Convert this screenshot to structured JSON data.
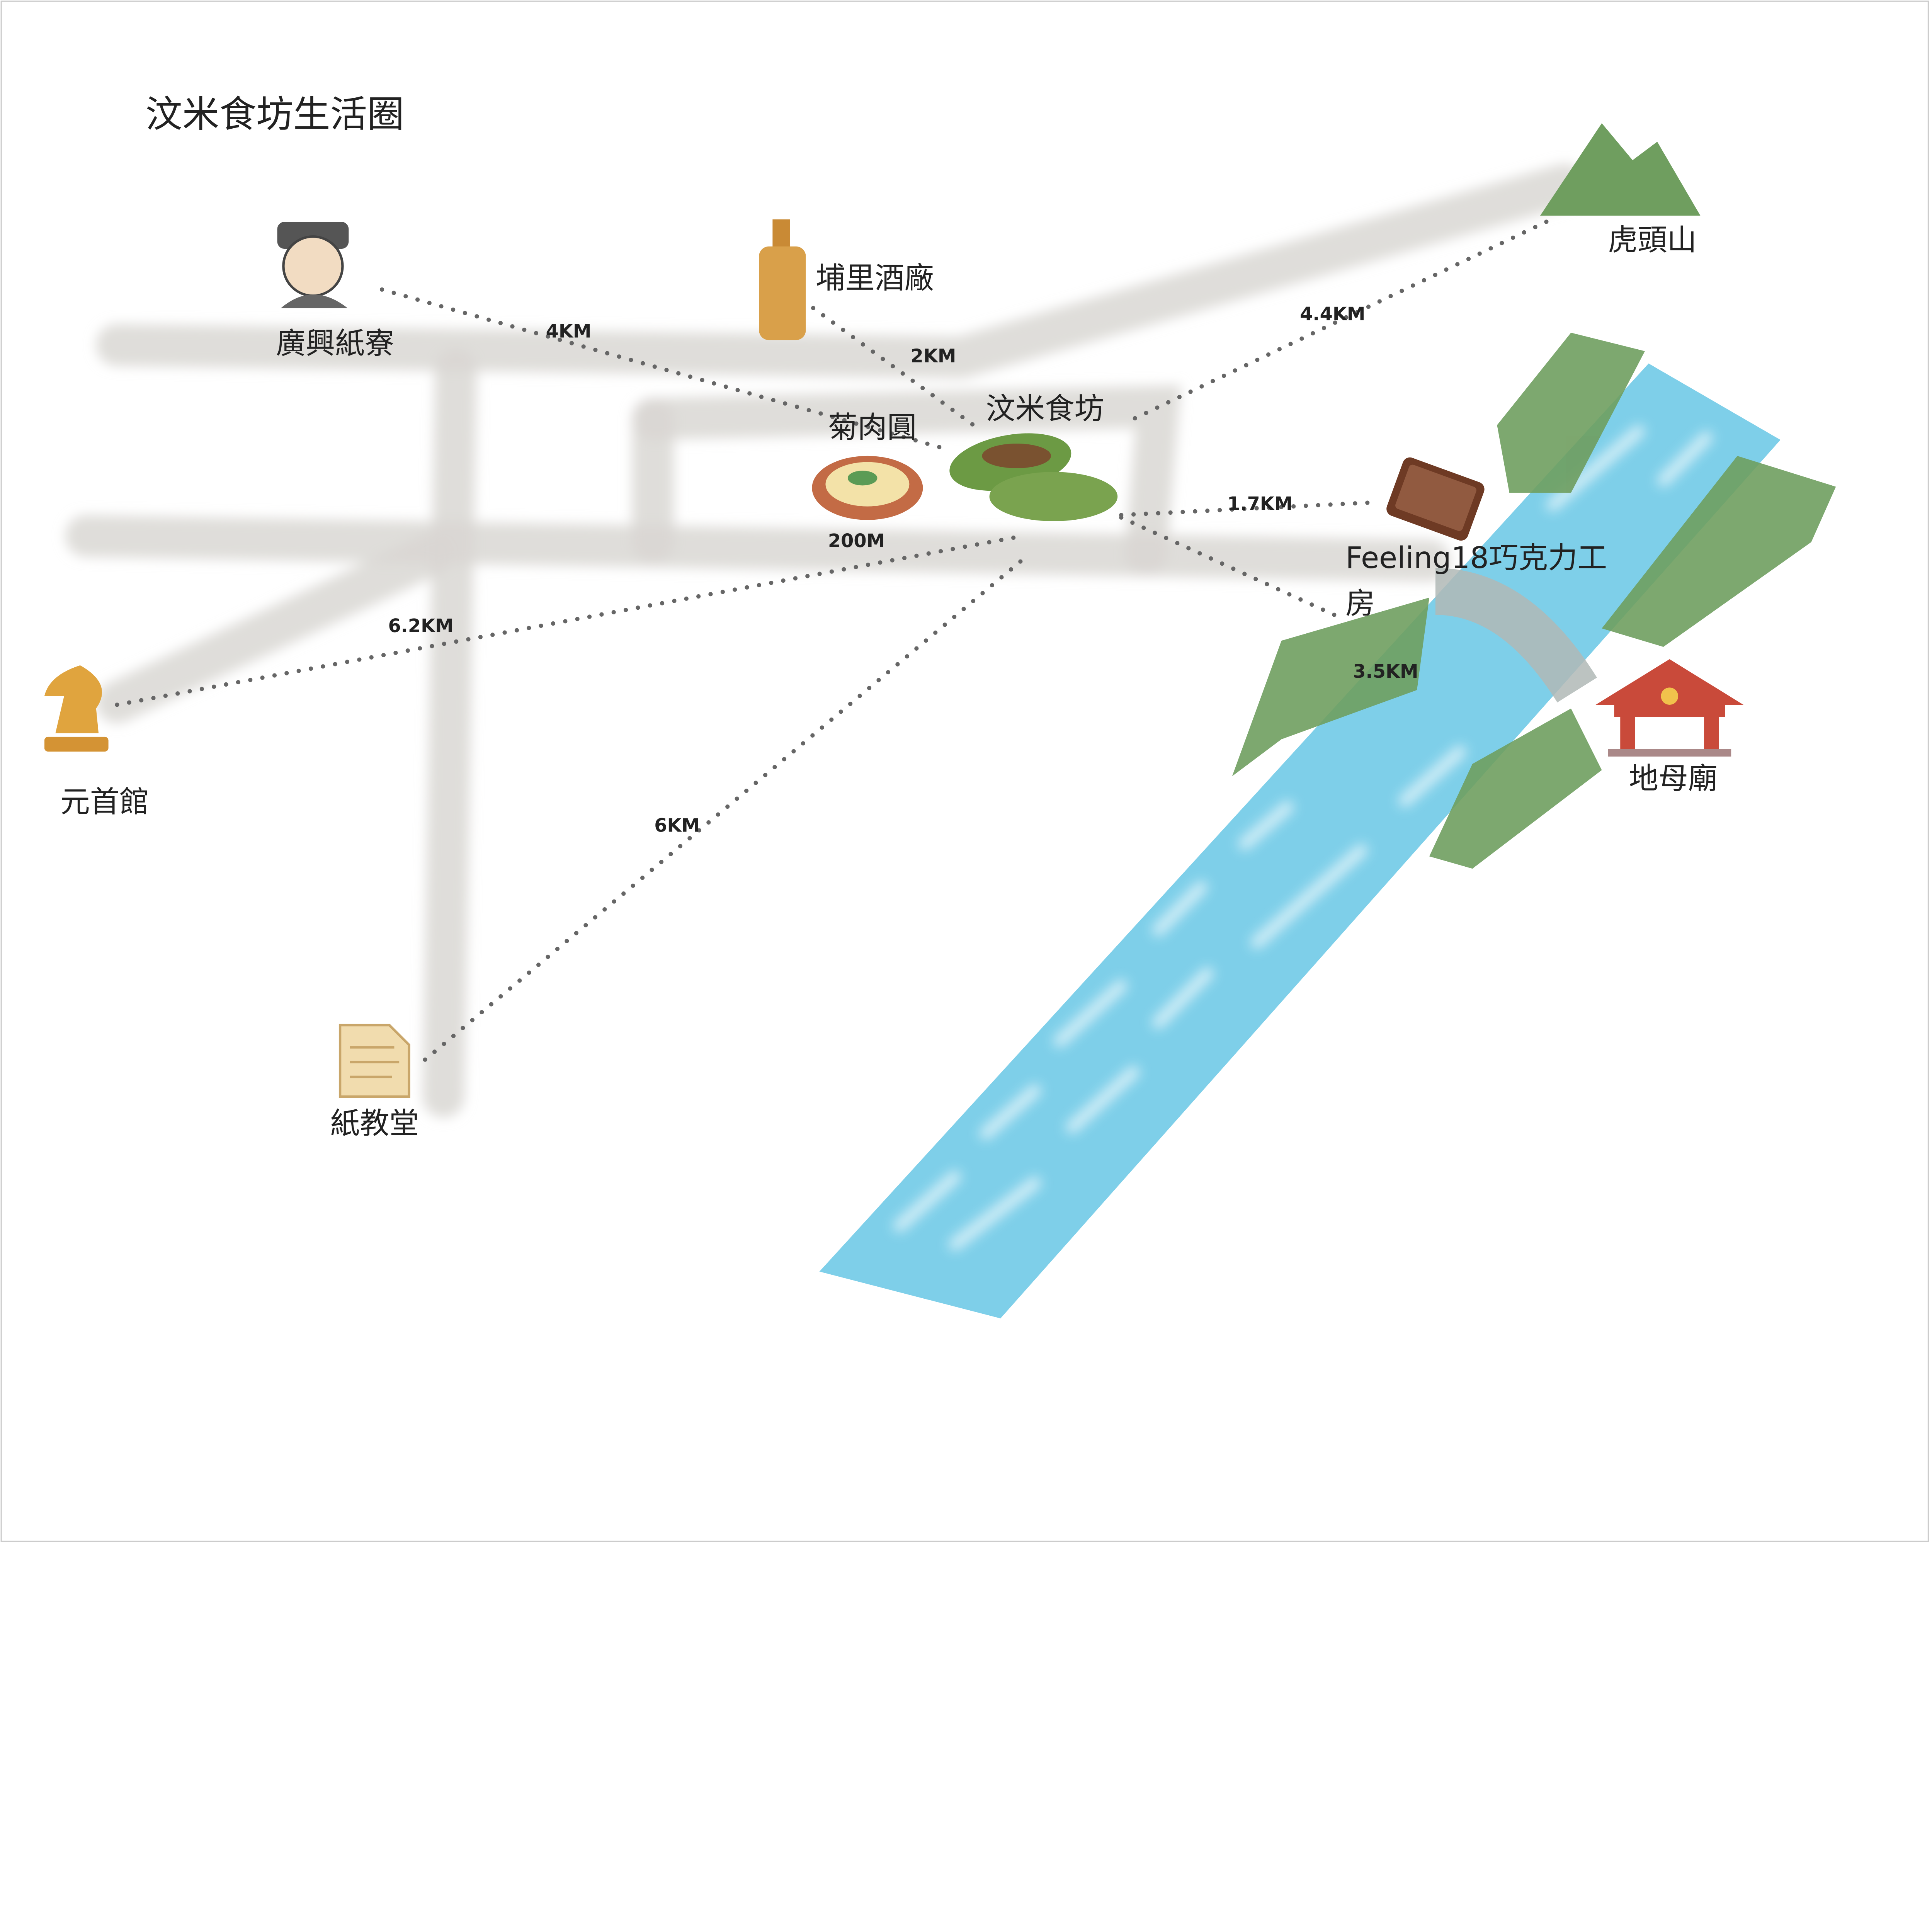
{
  "title": "汶米食坊生活圈",
  "colors": {
    "river": "#7ecfe9",
    "bank": "#6f9e5f",
    "road": "#d9d7d3",
    "temple": "#c94a3a"
  },
  "center": {
    "name": "汶米食坊",
    "icon": "dumpling-icon"
  },
  "places": [
    {
      "name": "廣興紙寮",
      "icon": "paper-maker-icon",
      "distance": "4KM"
    },
    {
      "name": "埔里酒廠",
      "icon": "bottle-icon",
      "distance": "2KM"
    },
    {
      "name": "虎頭山",
      "icon": "mountain-icon",
      "distance": "4.4KM"
    },
    {
      "name": "菊肉圓",
      "icon": "meatball-plate-icon",
      "distance": "200M"
    },
    {
      "name": "Feeling18巧克力工",
      "name_wrap": "房",
      "icon": "chocolate-icon",
      "distance": "1.7KM"
    },
    {
      "name": "地母廟",
      "icon": "temple-icon",
      "distance": "3.5KM"
    },
    {
      "name": "元首館",
      "icon": "chess-knight-icon",
      "distance": "6.2KM"
    },
    {
      "name": "紙教堂",
      "icon": "document-icon",
      "distance": "6KM"
    }
  ]
}
